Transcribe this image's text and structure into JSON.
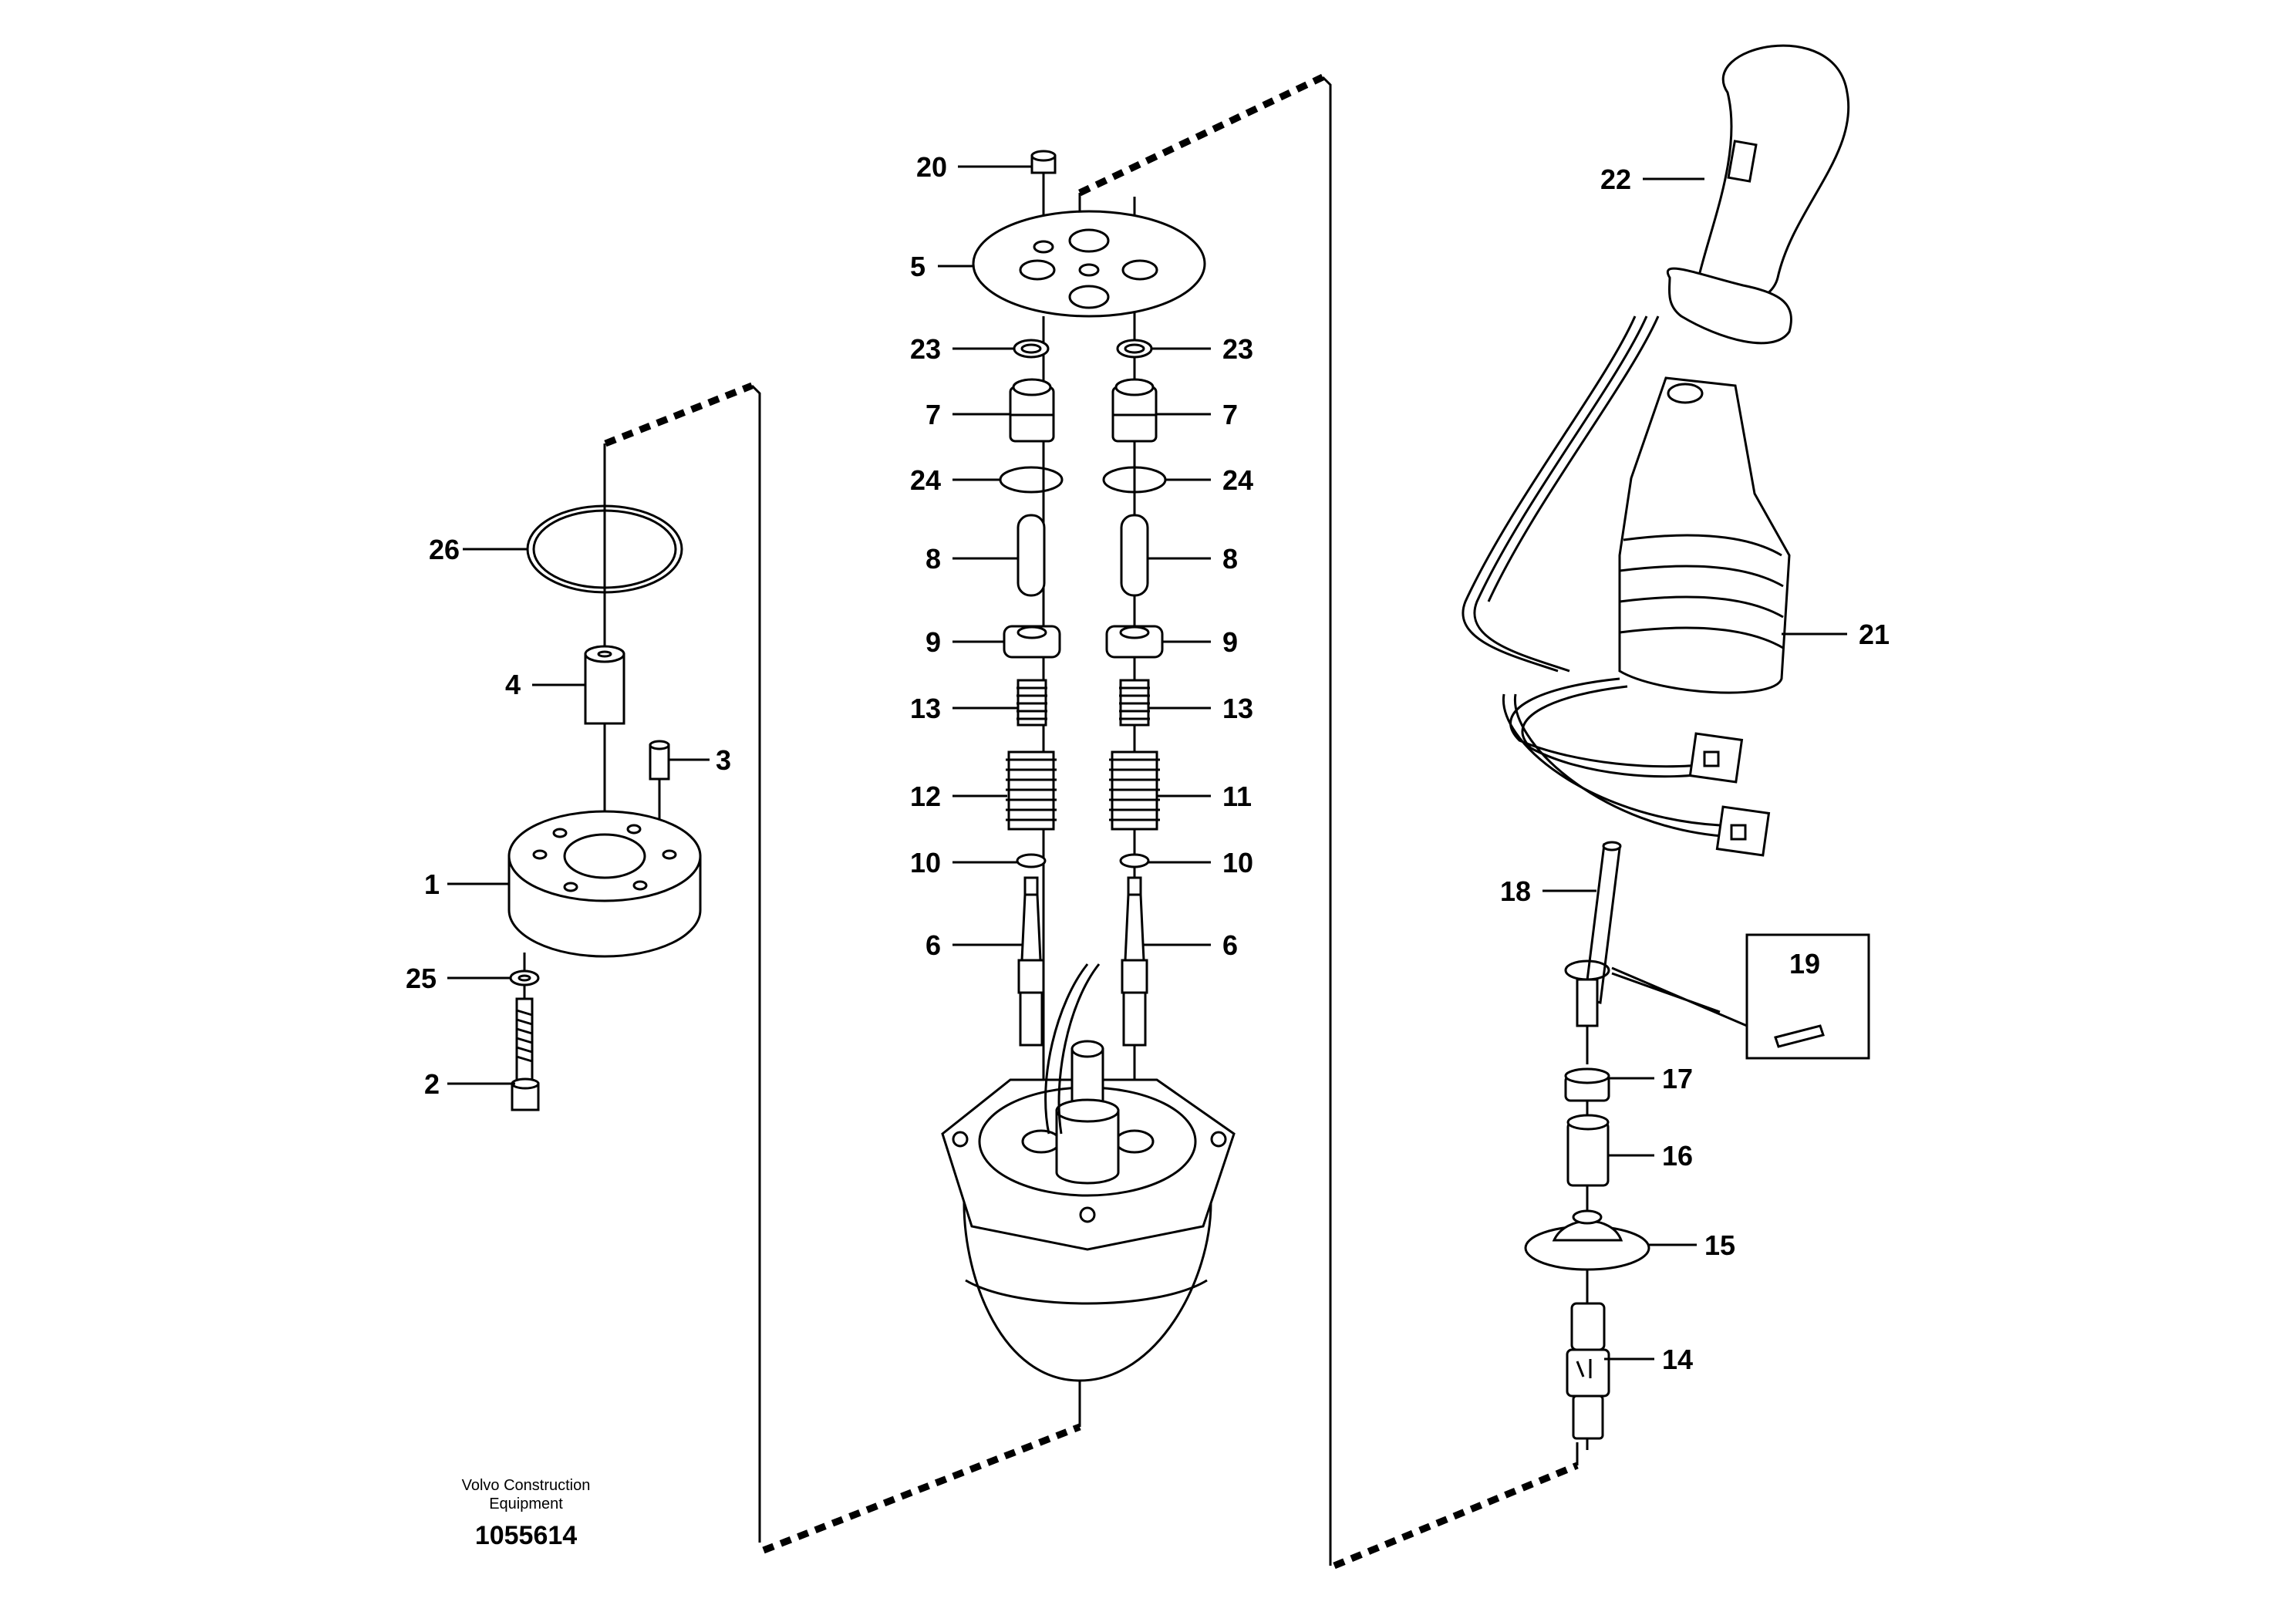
{
  "diagram": {
    "callouts": {
      "c1": "1",
      "c2": "2",
      "c3": "3",
      "c4": "4",
      "c5": "5",
      "c6a": "6",
      "c6b": "6",
      "c7a": "7",
      "c7b": "7",
      "c8a": "8",
      "c8b": "8",
      "c9a": "9",
      "c9b": "9",
      "c10a": "10",
      "c10b": "10",
      "c11": "11",
      "c12": "12",
      "c13a": "13",
      "c13b": "13",
      "c14": "14",
      "c15": "15",
      "c16": "16",
      "c17": "17",
      "c18": "18",
      "c19": "19",
      "c20": "20",
      "c21": "21",
      "c22": "22",
      "c23a": "23",
      "c23b": "23",
      "c24a": "24",
      "c24b": "24",
      "c25": "25",
      "c26": "26"
    },
    "footer": {
      "company_line1": "Volvo Construction",
      "company_line2": "Equipment",
      "drawing_number": "1055614"
    }
  }
}
